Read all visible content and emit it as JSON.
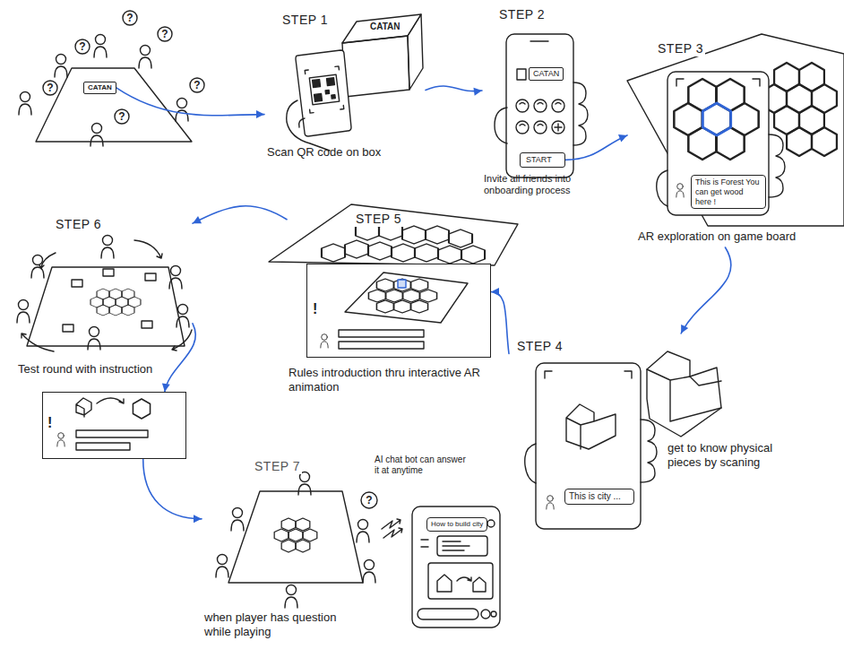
{
  "diagram": {
    "nodes": [
      {
        "text": [
          "CATAN"
        ]
      },
      {
        "text": [
          "STEP 1",
          "Scan QR code on box"
        ]
      },
      {
        "text": [
          "CATAN"
        ],
        "in": 1
      },
      {
        "text": [
          "STEP 2",
          "Invite all friends into onboarding process"
        ]
      },
      {
        "text": [
          "CATAN"
        ],
        "in": 3
      },
      {
        "text": [
          "START"
        ],
        "in": 3
      },
      {
        "text": [
          "STEP 3",
          "AR exploration on game board"
        ]
      },
      {
        "text": [
          "This is Forest You can get wood here !"
        ],
        "in": 6
      },
      {
        "text": [
          "STEP 4",
          "get to know physical pieces by scaning"
        ]
      },
      {
        "text": [
          "This is city ..."
        ],
        "in": 8
      },
      {
        "text": [
          "STEP 5",
          "Rules introduction thru interactive AR animation"
        ]
      },
      {
        "text": [
          "!"
        ],
        "in": 10
      },
      {
        "text": [
          "STEP 6",
          "Test round with instruction"
        ]
      },
      {
        "text": [
          "!"
        ]
      },
      {
        "text": [
          "STEP 7",
          "when player has question while playing"
        ]
      },
      {
        "text": [
          "How to build city"
        ],
        "in": 14
      }
    ],
    "edges": [
      {
        "from": 0,
        "to": 1,
        "arrow": "to"
      },
      {
        "from": 1,
        "to": 3,
        "arrow": "to"
      },
      {
        "from": 5,
        "to": 6,
        "arrow": "to"
      },
      {
        "from": 6,
        "to": 8,
        "arrow": "to"
      },
      {
        "from": 8,
        "to": 11,
        "arrow": "to"
      },
      {
        "from": 10,
        "to": 12,
        "arrow": "to"
      },
      {
        "from": 12,
        "to": 13,
        "arrow": "to"
      },
      {
        "from": 13,
        "to": 14,
        "arrow": "to"
      }
    ],
    "labels": [
      "?",
      "?",
      "?",
      "?",
      "?",
      "?",
      "?",
      "AI chat bot can answer it at anytime"
    ]
  }
}
